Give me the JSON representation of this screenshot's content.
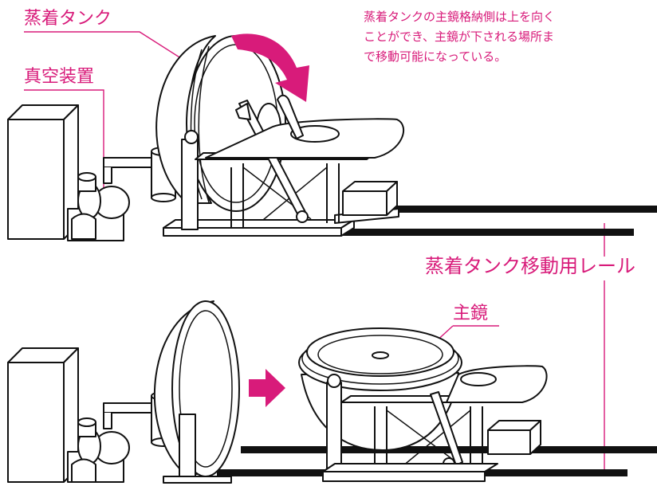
{
  "labels": {
    "tank": "蒸着タンク",
    "vacuum": "真空装置",
    "rail": "蒸着タンク移動用レール",
    "mirror": "主鏡"
  },
  "note_lines": [
    "蒸着タンクの主鏡格納側は上を向く",
    "ことができ、主鏡が下される場所ま",
    "で移動可能になっている。"
  ],
  "colors": {
    "accent": "#d81b7a",
    "line": "#111111"
  }
}
